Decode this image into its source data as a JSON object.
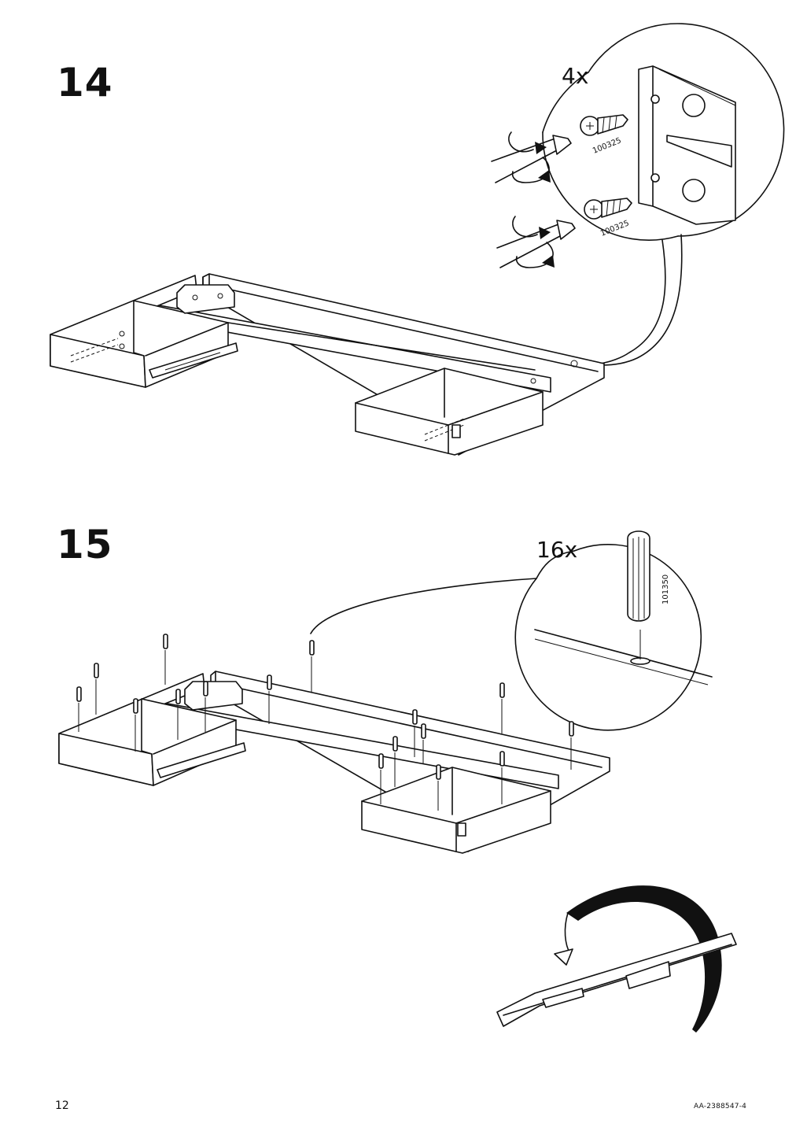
{
  "steps": [
    {
      "number": "14",
      "quantity": "4x",
      "part_code": "100325",
      "part_code_2": "100325"
    },
    {
      "number": "15",
      "quantity": "16x",
      "part_code": "101350"
    }
  ],
  "footer": {
    "page_number": "12",
    "document_code": "AA-2388547-4"
  }
}
